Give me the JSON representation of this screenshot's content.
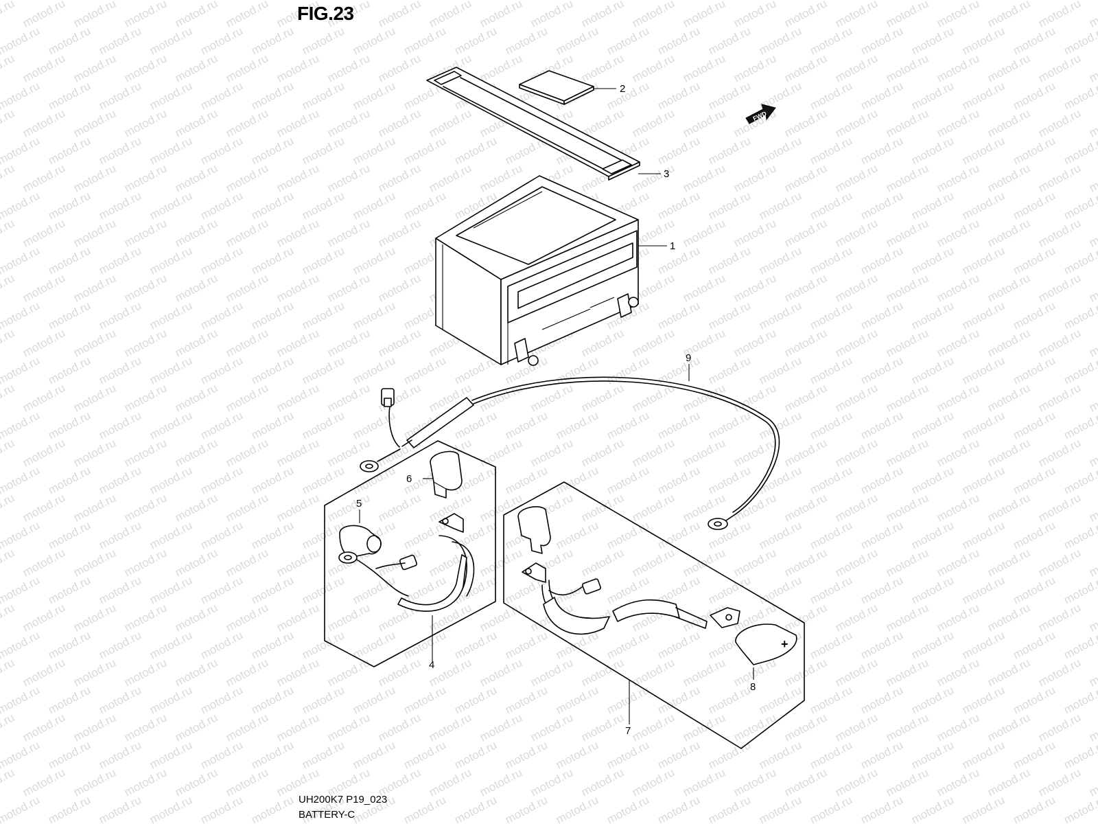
{
  "figure": {
    "title": "FIG.23",
    "footer_code": "UH200K7 P19_023",
    "footer_name": "BATTERY-C"
  },
  "watermark": {
    "text": "motod.ru"
  },
  "direction_badge": {
    "text": "FWD"
  },
  "callouts": [
    {
      "id": "1",
      "label": "1"
    },
    {
      "id": "2",
      "label": "2"
    },
    {
      "id": "3",
      "label": "3"
    },
    {
      "id": "4",
      "label": "4"
    },
    {
      "id": "5",
      "label": "5"
    },
    {
      "id": "6",
      "label": "6"
    },
    {
      "id": "7",
      "label": "7"
    },
    {
      "id": "8",
      "label": "8"
    },
    {
      "id": "9",
      "label": "9"
    }
  ],
  "plus_symbol": "+"
}
